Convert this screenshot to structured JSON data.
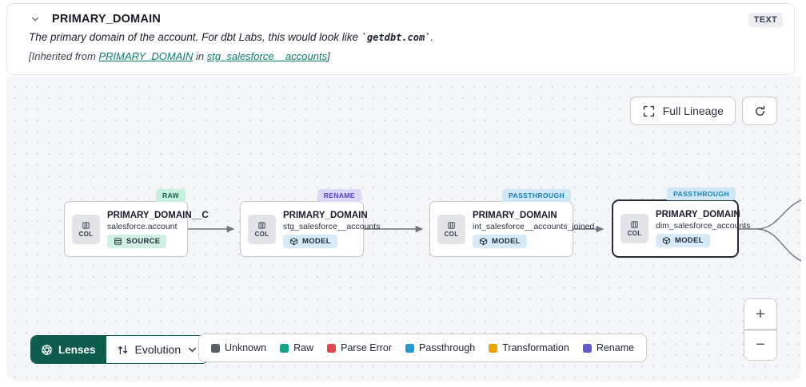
{
  "colors": {
    "lenses_bg": "#0e5c4e",
    "unknown": "#595f69",
    "raw": "#18a48c",
    "parse_error": "#e0474e",
    "passthrough": "#1f9ad2",
    "transformation": "#f0a202",
    "rename": "#6058cf"
  },
  "header": {
    "title": "PRIMARY_DOMAIN",
    "type_badge": "TEXT",
    "description": {
      "prefix": "The primary domain of the account. For dbt Labs, this would look like ",
      "code": "`getdbt.com`",
      "suffix": "."
    },
    "inherited": {
      "prefix": "[Inherited from ",
      "column_link": "PRIMARY_DOMAIN",
      "middle": " in ",
      "model_link": "stg_salesforce__accounts",
      "suffix": "]"
    }
  },
  "canvas": {
    "full_lineage_label": "Full Lineage",
    "nodes": [
      {
        "status": "RAW",
        "title": "PRIMARY_DOMAIN__C",
        "subtitle": "salesforce.account",
        "resource": "SOURCE",
        "col_label": "COL"
      },
      {
        "status": "RENAME",
        "title": "PRIMARY_DOMAIN",
        "subtitle": "stg_salesforce__accounts",
        "resource": "MODEL",
        "col_label": "COL"
      },
      {
        "status": "PASSTHROUGH",
        "title": "PRIMARY_DOMAIN",
        "subtitle": "int_salesforce__accounts_joined",
        "resource": "MODEL",
        "col_label": "COL"
      },
      {
        "status": "PASSTHROUGH",
        "title": "PRIMARY_DOMAIN",
        "subtitle": "dim_salesforce_accounts",
        "resource": "MODEL",
        "col_label": "COL"
      }
    ]
  },
  "toolbar": {
    "lenses_label": "Lenses",
    "lens_selected": "Evolution",
    "legend": [
      {
        "label": "Unknown",
        "color": "#595f69"
      },
      {
        "label": "Raw",
        "color": "#18a48c"
      },
      {
        "label": "Parse Error",
        "color": "#e0474e"
      },
      {
        "label": "Passthrough",
        "color": "#1f9ad2"
      },
      {
        "label": "Transformation",
        "color": "#f0a202"
      },
      {
        "label": "Rename",
        "color": "#6058cf"
      }
    ]
  },
  "zoom_controls": {
    "zoom_in": "+",
    "zoom_out": "−"
  }
}
